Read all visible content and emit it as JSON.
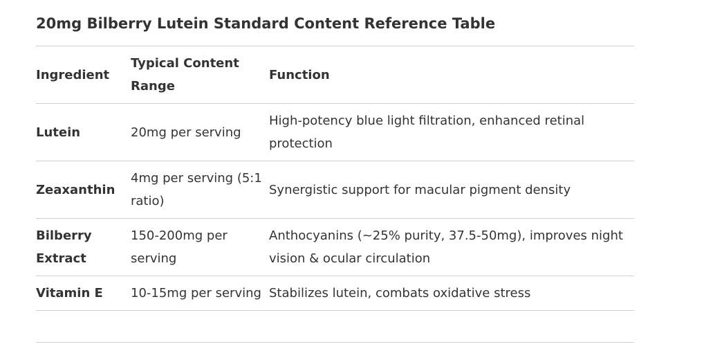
{
  "title": "20mg Bilberry Lutein Standard Content Reference Table",
  "table": {
    "headers": [
      "Ingredient",
      "Typical Content Range",
      "Function"
    ],
    "rows": [
      {
        "ingredient": "Lutein",
        "range": "20mg per serving",
        "function": "High-potency blue light filtration, enhanced retinal protection"
      },
      {
        "ingredient": "Zeaxanthin",
        "range": "4mg per serving (5:1 ratio)",
        "function": "Synergistic support for macular pigment density"
      },
      {
        "ingredient": "Bilberry Extract",
        "range": "150-200mg per serving",
        "function": "Anthocyanins (~25% purity, 37.5-50mg), improves night vision & ocular circulation"
      },
      {
        "ingredient": "Vitamin E",
        "range": "10-15mg per serving",
        "function": "Stabilizes lutein, combats oxidative stress"
      }
    ]
  }
}
